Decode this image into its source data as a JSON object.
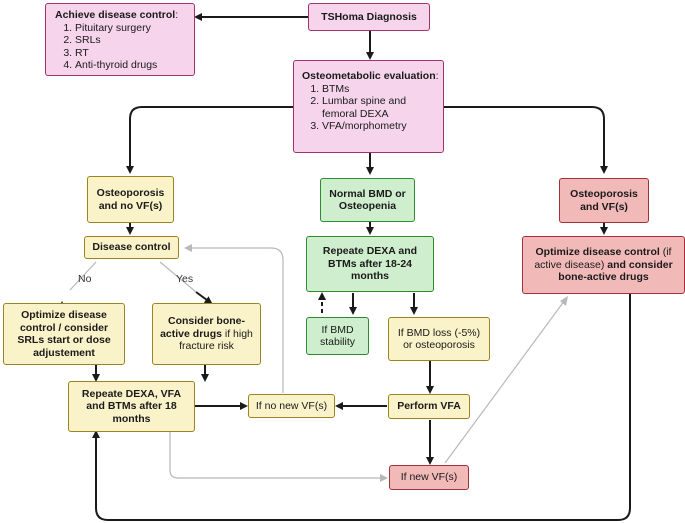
{
  "nodes": {
    "tshoma_diagnosis": "TSHoma Diagnosis",
    "achieve_control": {
      "title": "Achieve disease control",
      "colon": ":",
      "items": [
        "Pituitary surgery",
        "SRLs",
        "RT",
        "Anti-thyroid drugs"
      ]
    },
    "osteometabolic": {
      "title": "Osteometabolic evaluation",
      "colon": ":",
      "items": [
        "BTMs",
        "Lumbar spine and femoral DEXA",
        "VFA/morphometry"
      ]
    },
    "osteoporosis_no_vf": "Osteoporosis and no VF(s)",
    "normal_bmd": "Normal BMD or Osteopenia",
    "osteoporosis_vf": "Osteoporosis and VF(s)",
    "disease_control": "Disease control",
    "repeat_dexa_btm": "Repeate DEXA and BTMs after 18-24 months",
    "optimize_bone": {
      "bold1": "Optimize disease control",
      "normal": " (if active disease)",
      "bold2": " and consider bone-active drugs"
    },
    "optimize_consider_srl": "Optimize disease control / consider SRLs start or dose adjustement",
    "consider_bone_active": {
      "bold": "Consider bone-active drugs",
      "normal": " if high fracture risk"
    },
    "if_bmd_stability": "If BMD stability",
    "if_bmd_loss": "If BMD loss (-5%) or osteoporosis",
    "repeat_dexa_vfa": "Repeate DEXA, VFA and BTMs after 18 months",
    "if_no_new_vf": "If no new VF(s)",
    "perform_vfa": "Perform VFA",
    "if_new_vf": "If new VF(s)"
  },
  "edge_labels": {
    "no": "No",
    "yes": "Yes"
  },
  "colors": {
    "pink_fill": "#f6d4ec",
    "yellow_fill": "#faf2c8",
    "green_fill": "#cfeecd",
    "red_fill": "#f2b9b9",
    "arrow_dark": "#1a1a1a",
    "arrow_light": "#b8b8b8"
  }
}
